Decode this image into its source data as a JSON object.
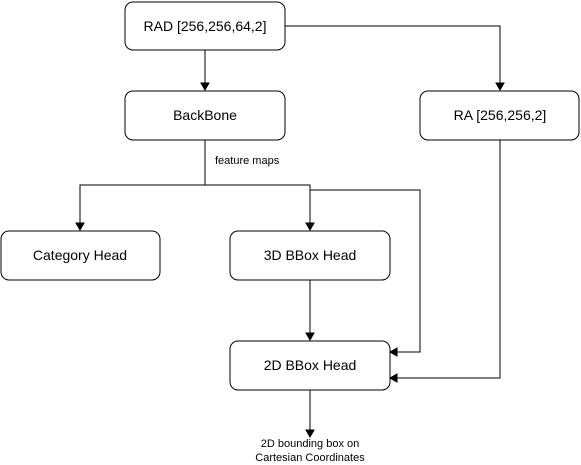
{
  "nodes": {
    "rad": {
      "label": "RAD [256,256,64,2]"
    },
    "backbone": {
      "label": "BackBone"
    },
    "ra": {
      "label": "RA [256,256,2]"
    },
    "category_head": {
      "label": "Category Head"
    },
    "bbox3d_head": {
      "label": "3D BBox Head"
    },
    "bbox2d_head": {
      "label": "2D BBox Head"
    }
  },
  "edge_labels": {
    "feature_maps": "feature maps"
  },
  "output": {
    "line1": "2D bounding box on",
    "line2": "Cartesian Coordinates"
  }
}
